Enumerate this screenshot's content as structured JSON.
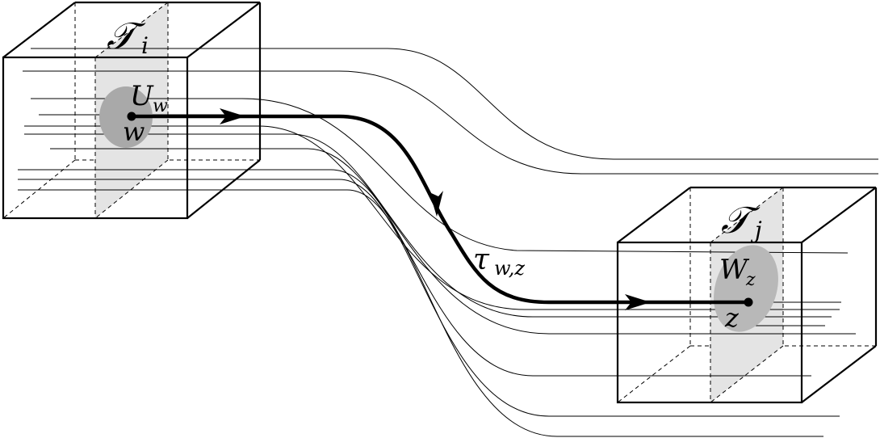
{
  "diagram": {
    "box_left_label": "𝒯",
    "box_left_subscript": "i",
    "box_right_label": "𝒯",
    "box_right_subscript": "j",
    "neighborhood_left_label": "U",
    "neighborhood_left_subscript": "w",
    "neighborhood_right_label": "W",
    "neighborhood_right_subscript": "z",
    "point_left_label": "w",
    "point_right_label": "z",
    "path_label": "τ",
    "path_subscript": "w,z"
  },
  "colors": {
    "stroke": "#000000",
    "slice_fill": "#e4e4e4",
    "blob_fill": "#a9a9a9",
    "blob_fill_right": "#b8b8b8"
  }
}
